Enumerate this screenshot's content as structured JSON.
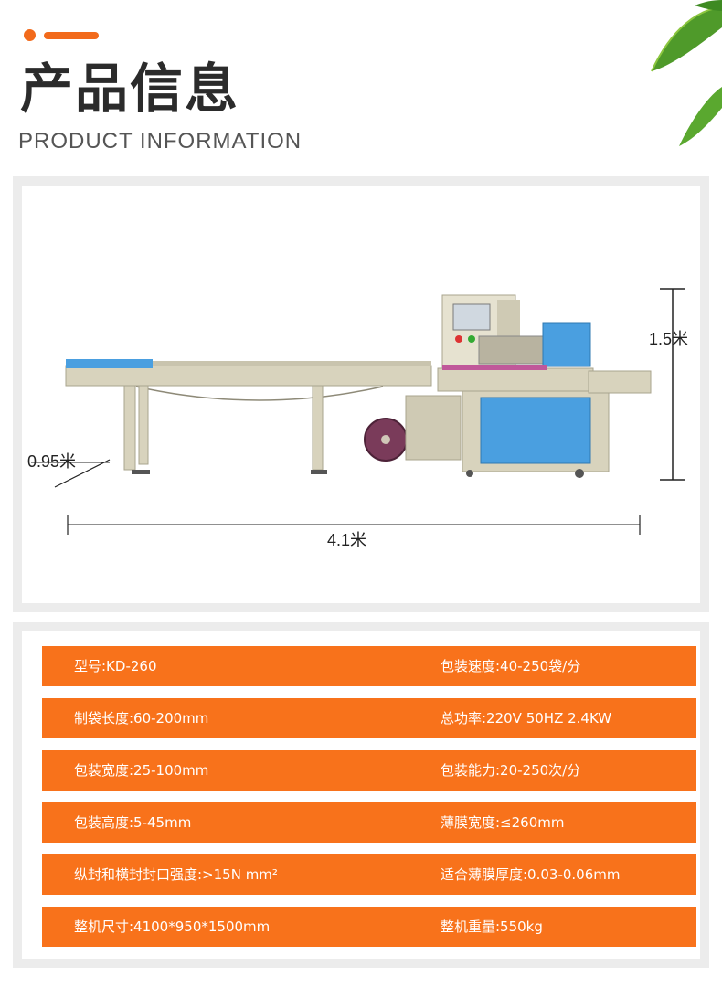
{
  "header": {
    "title_cn": "产品信息",
    "title_en": "PRODUCT INFORMATION",
    "accent_color": "#f26a1b"
  },
  "dimensions": {
    "height": "1.5米",
    "depth": "0.95米",
    "length": "4.1米"
  },
  "specs": [
    {
      "left": "型号:KD-260",
      "right": "包装速度:40-250袋/分"
    },
    {
      "left": "制袋长度:60-200mm",
      "right": "总功率:220V  50HZ  2.4KW"
    },
    {
      "left": "包装宽度:25-100mm",
      "right": "包装能力:20-250次/分"
    },
    {
      "left": "包装高度:5-45mm",
      "right": "薄膜宽度:≤260mm"
    },
    {
      "left": "纵封和横封封口强度:>15N mm²",
      "right": "适合薄膜厚度:0.03-0.06mm"
    },
    {
      "left": "整机尺寸:4100*950*1500mm",
      "right": "整机重量:550kg"
    }
  ],
  "colors": {
    "spec_bar": "#f8721b",
    "frame": "#ececec",
    "machine_body": "#d8d3bd",
    "machine_panel": "#4a9fe0",
    "film_roll": "#7a3b5a"
  },
  "icons": {
    "decoration": "palm-leaf-icon"
  }
}
